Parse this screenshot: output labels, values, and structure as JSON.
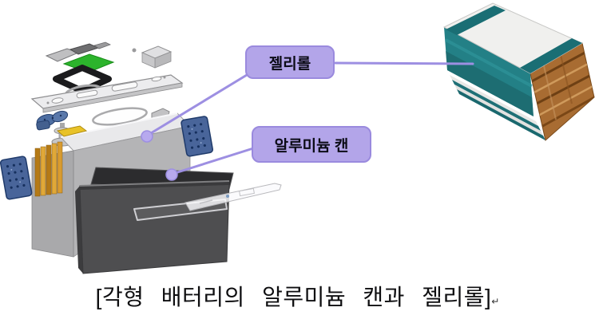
{
  "figure": {
    "type": "battery-diagram",
    "caption": "[각형 배터리의 알루미늄 캔과 젤리롤]",
    "caption_end_mark": "↵"
  },
  "callouts": [
    {
      "id": "jellyroll",
      "label": "젤리롤"
    },
    {
      "id": "aluminum_can",
      "label": "알루미늄 캔"
    }
  ],
  "colors": {
    "label_background": "#b3a5e9",
    "label_border": "#9a8ade",
    "connector_line": "#9d8fe2",
    "connector_dot": "#b7a9ee",
    "jellyroll_teal": "#238086",
    "jellyroll_top": "#f0f0ee",
    "jellyroll_copper": "#a86c32",
    "can_dark_gray": "#4e4e50",
    "cell_gray": "#b4b4b6",
    "electrode_tab_gold": "#d89b30",
    "holder_plate_blue": "#49659a",
    "vent_plate_green": "#2cb42c",
    "gasket_black": "#1b1b1d"
  }
}
